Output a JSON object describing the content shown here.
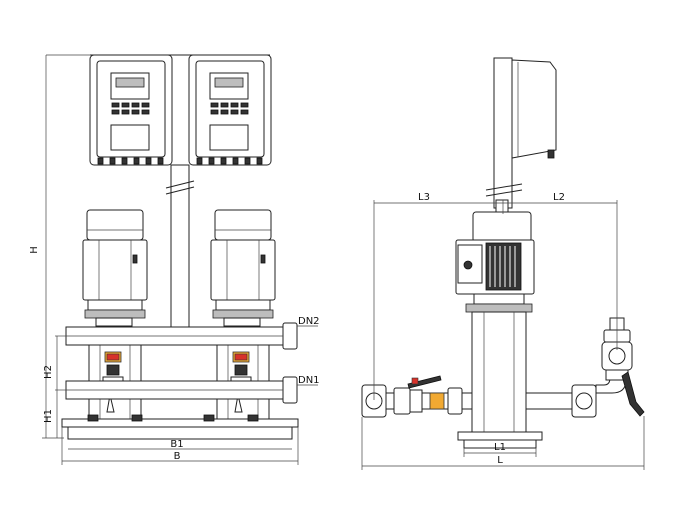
{
  "labels": {
    "h": "H",
    "h1": "H1",
    "h2": "H2",
    "dn1": "DN1",
    "dn2": "DN2",
    "b": "B",
    "b1": "B1",
    "l": "L",
    "l1": "L1",
    "l2": "L2",
    "l3": "L3"
  }
}
